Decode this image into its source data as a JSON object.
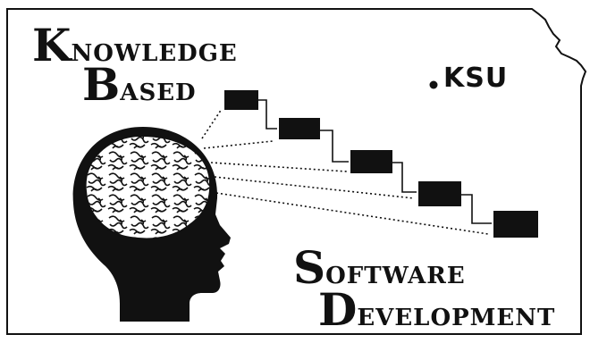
{
  "logo": {
    "line1_cap": "K",
    "line1_rest": "NOWLEDGE",
    "line2_cap": "B",
    "line2_rest": "ASED",
    "line3_cap": "S",
    "line3_rest": "OFTWARE",
    "line4_cap": "D",
    "line4_rest": "EVELOPMENT",
    "ksu": "KSU"
  },
  "colors": {
    "ink": "#111111",
    "paper": "#ffffff"
  },
  "icons": [
    "kansas-outline-icon",
    "head-silhouette-icon",
    "brain-icon",
    "pipeline-box-icon"
  ]
}
